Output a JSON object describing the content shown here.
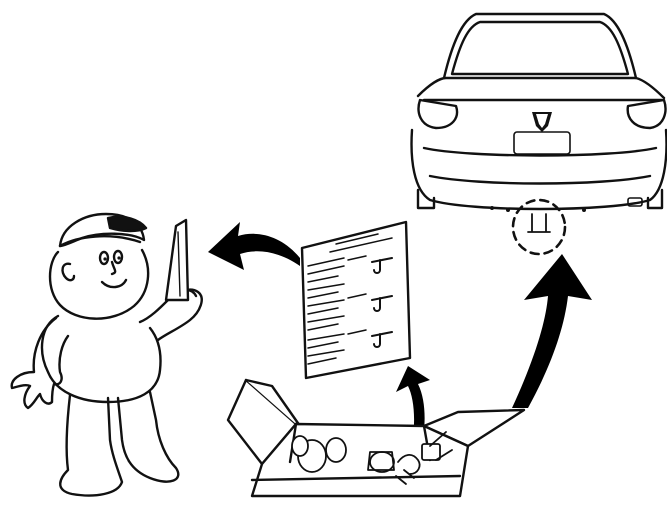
{
  "illustration": {
    "panels": [
      "mechanic",
      "instruction-sheet",
      "parts-box",
      "car-rear"
    ],
    "arrows": [
      "box-to-car",
      "box-to-sheet",
      "sheet-to-mechanic"
    ],
    "colors": {
      "ink": "#111111",
      "paper": "#ffffff",
      "arrow": "#000000"
    }
  }
}
